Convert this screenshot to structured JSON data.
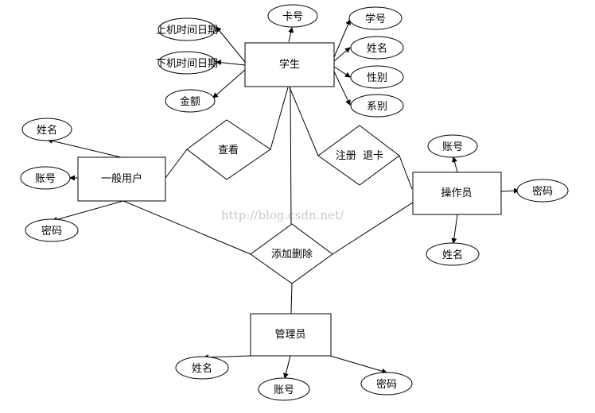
{
  "entities": {
    "student": "学生",
    "general_user": "一般用户",
    "operator": "操作员",
    "admin": "管理员"
  },
  "relationships": {
    "view": "查看",
    "register_cancel": "注册  退卡",
    "add_delete": "添加删除"
  },
  "attributes": {
    "student_card_no": "卡号",
    "student_id": "学号",
    "student_name": "姓名",
    "student_gender": "性别",
    "student_department": "系别",
    "student_login_time": "上机时间日期",
    "student_logout_time": "下机时间日期",
    "student_balance": "金额",
    "user_name": "姓名",
    "user_account": "账号",
    "user_password": "密码",
    "operator_account": "账号",
    "operator_password": "密码",
    "operator_name": "姓名",
    "admin_name": "姓名",
    "admin_account": "账号",
    "admin_password": "密码"
  },
  "watermark": "http://blog.csdn.net/"
}
